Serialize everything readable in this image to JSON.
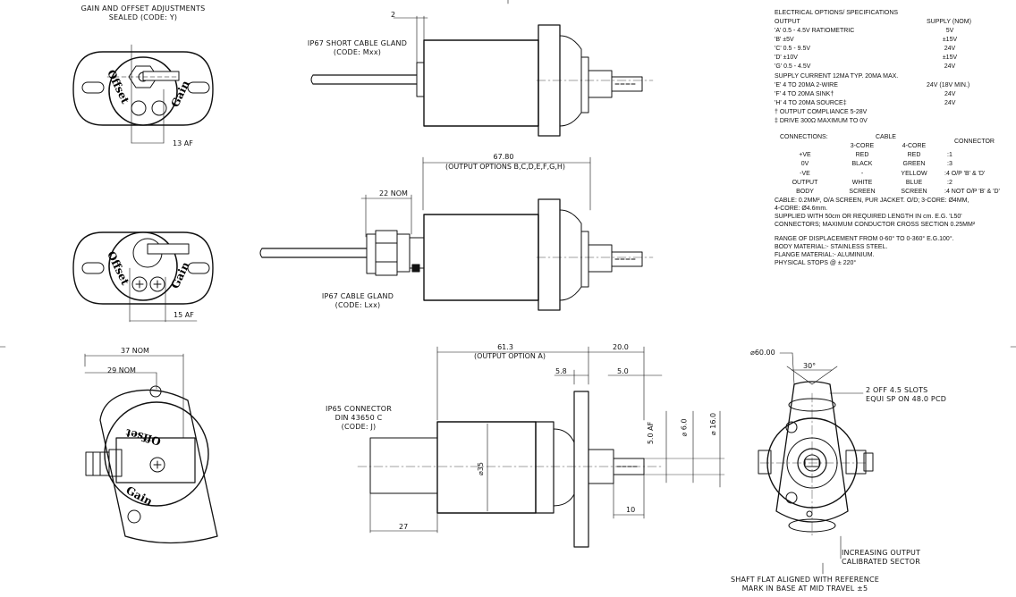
{
  "views": {
    "top": {
      "heading_line1": "GAIN AND OFFSET ADJUSTMENTS",
      "heading_line2": "SEALED (CODE: Y)",
      "offset_text": "Offset",
      "gain_text": "Gain",
      "dim_af": "13 AF"
    },
    "middle": {
      "offset_text": "Offset",
      "gain_text": "Gain",
      "dim_af": "15 AF"
    },
    "bottom": {
      "dim_37": "37 NOM",
      "dim_29": "29 NOM",
      "offset_text": "Offset",
      "gain_text": "Gain"
    },
    "short_gland": {
      "dim_2": "2",
      "label_line1": "IP67 SHORT CABLE GLAND",
      "label_line2": "(CODE: Mxx)"
    },
    "cable_gland": {
      "dim_6780": "67.80",
      "dim_options": "(OUTPUT OPTIONS B,C,D,E,F,G,H)",
      "dim_22": "22 NOM",
      "label_line1": "IP67 CABLE GLAND",
      "label_line2": "(CODE: Lxx)"
    },
    "connector": {
      "dim_613": "61.3",
      "dim_option_a": "(OUTPUT OPTION A)",
      "dim_200": "20.0",
      "dim_58": "5.8",
      "dim_50": "5.0",
      "dim_50af": "5.0 AF",
      "dim_d6": "⌀ 6.0",
      "dim_d16": "⌀ 16.0",
      "dim_d35": "⌀35",
      "dim_10": "10",
      "dim_27": "27",
      "label_line1": "IP65 CONNECTOR",
      "label_line2": "DIN 43650 C",
      "label_line3": "(CODE: J)"
    },
    "front": {
      "dim_d60": "⌀60.00",
      "dim_30deg": "30°",
      "slots_line1": "2 OFF 4.5 SLOTS",
      "slots_line2": "EQUI SP ON 48.0 PCD",
      "increasing_line1": "INCREASING OUTPUT",
      "increasing_line2": "CALIBRATED SECTOR",
      "shaft_line1": "SHAFT FLAT ALIGNED WITH REFERENCE",
      "shaft_line2": "MARK IN BASE AT MID TRAVEL ±5"
    }
  },
  "specs": {
    "title": "ELECTRICAL OPTIONS/ SPECIFICATIONS",
    "output_header": "OUTPUT",
    "supply_header": "SUPPLY (NOM)",
    "options": [
      {
        "output": "'A' 0.5 - 4.5V RATIOMETRIC",
        "supply": "5V"
      },
      {
        "output": "'B' ±5V",
        "supply": "±15V"
      },
      {
        "output": "'C' 0.5 - 9.5V",
        "supply": "24V"
      },
      {
        "output": "'D' ±10V",
        "supply": "±15V"
      },
      {
        "output": "'G' 0.5 - 4.5V",
        "supply": "24V"
      }
    ],
    "supply_current": "SUPPLY CURRENT 12MA TYP. 20MA MAX.",
    "current_options": [
      {
        "output": "'E' 4 TO 20MA 2-WIRE",
        "supply": "24V (18V MIN.)"
      },
      {
        "output": "'F' 4 TO 20MA SINK†",
        "supply": "24V"
      },
      {
        "output": "'H' 4 TO 20MA SOURCE‡",
        "supply": "24V"
      }
    ],
    "note_compliance": "† OUTPUT COMPLIANCE 5-28V",
    "note_drive": "‡ DRIVE 300Ω MAXIMUM TO 0V"
  },
  "connections": {
    "title": "CONNECTIONS:",
    "cable_header": "CABLE",
    "core3_header": "3-CORE",
    "core4_header": "4-CORE",
    "connector_header": "CONNECTOR",
    "rows": [
      {
        "name": "+VE",
        "core3": "RED",
        "core4": "RED",
        "connector": ":1"
      },
      {
        "name": "0V",
        "core3": "BLACK",
        "core4": "GREEN",
        "connector": ":3"
      },
      {
        "name": "-VE",
        "core3": "-",
        "core4": "YELLOW",
        "connector": ":4 O/P 'B' & 'D'"
      },
      {
        "name": "OUTPUT",
        "core3": "WHITE",
        "core4": "BLUE",
        "connector": ":2"
      },
      {
        "name": "BODY",
        "core3": "SCREEN",
        "core4": "SCREEN",
        "connector": ":4 NOT O/P 'B' & 'D'"
      }
    ]
  },
  "notes": {
    "cable_line1": "CABLE: 0.2MM², O/A SCREEN, PUR JACKET. O/D; 3-CORE: Ø4MM,",
    "cable_line2": "4-CORE: Ø4.6mm.",
    "supplied": "SUPPLIED WITH 50cm OR REQUIRED LENGTH IN cm.  E.G. 'L50'",
    "connectors": "CONNECTORS; MAXIMUM CONDUCTOR CROSS SECTION 0.25MM²",
    "range": "RANGE OF DISPLACEMENT FROM 0-60° TO 0-360° E.G.100°.",
    "body_material": "BODY MATERIAL:- STAINLESS STEEL.",
    "flange_material": "FLANGE MATERIAL:- ALUMINIUM.",
    "physical_stops": "PHYSICAL STOPS @ ± 220°"
  }
}
